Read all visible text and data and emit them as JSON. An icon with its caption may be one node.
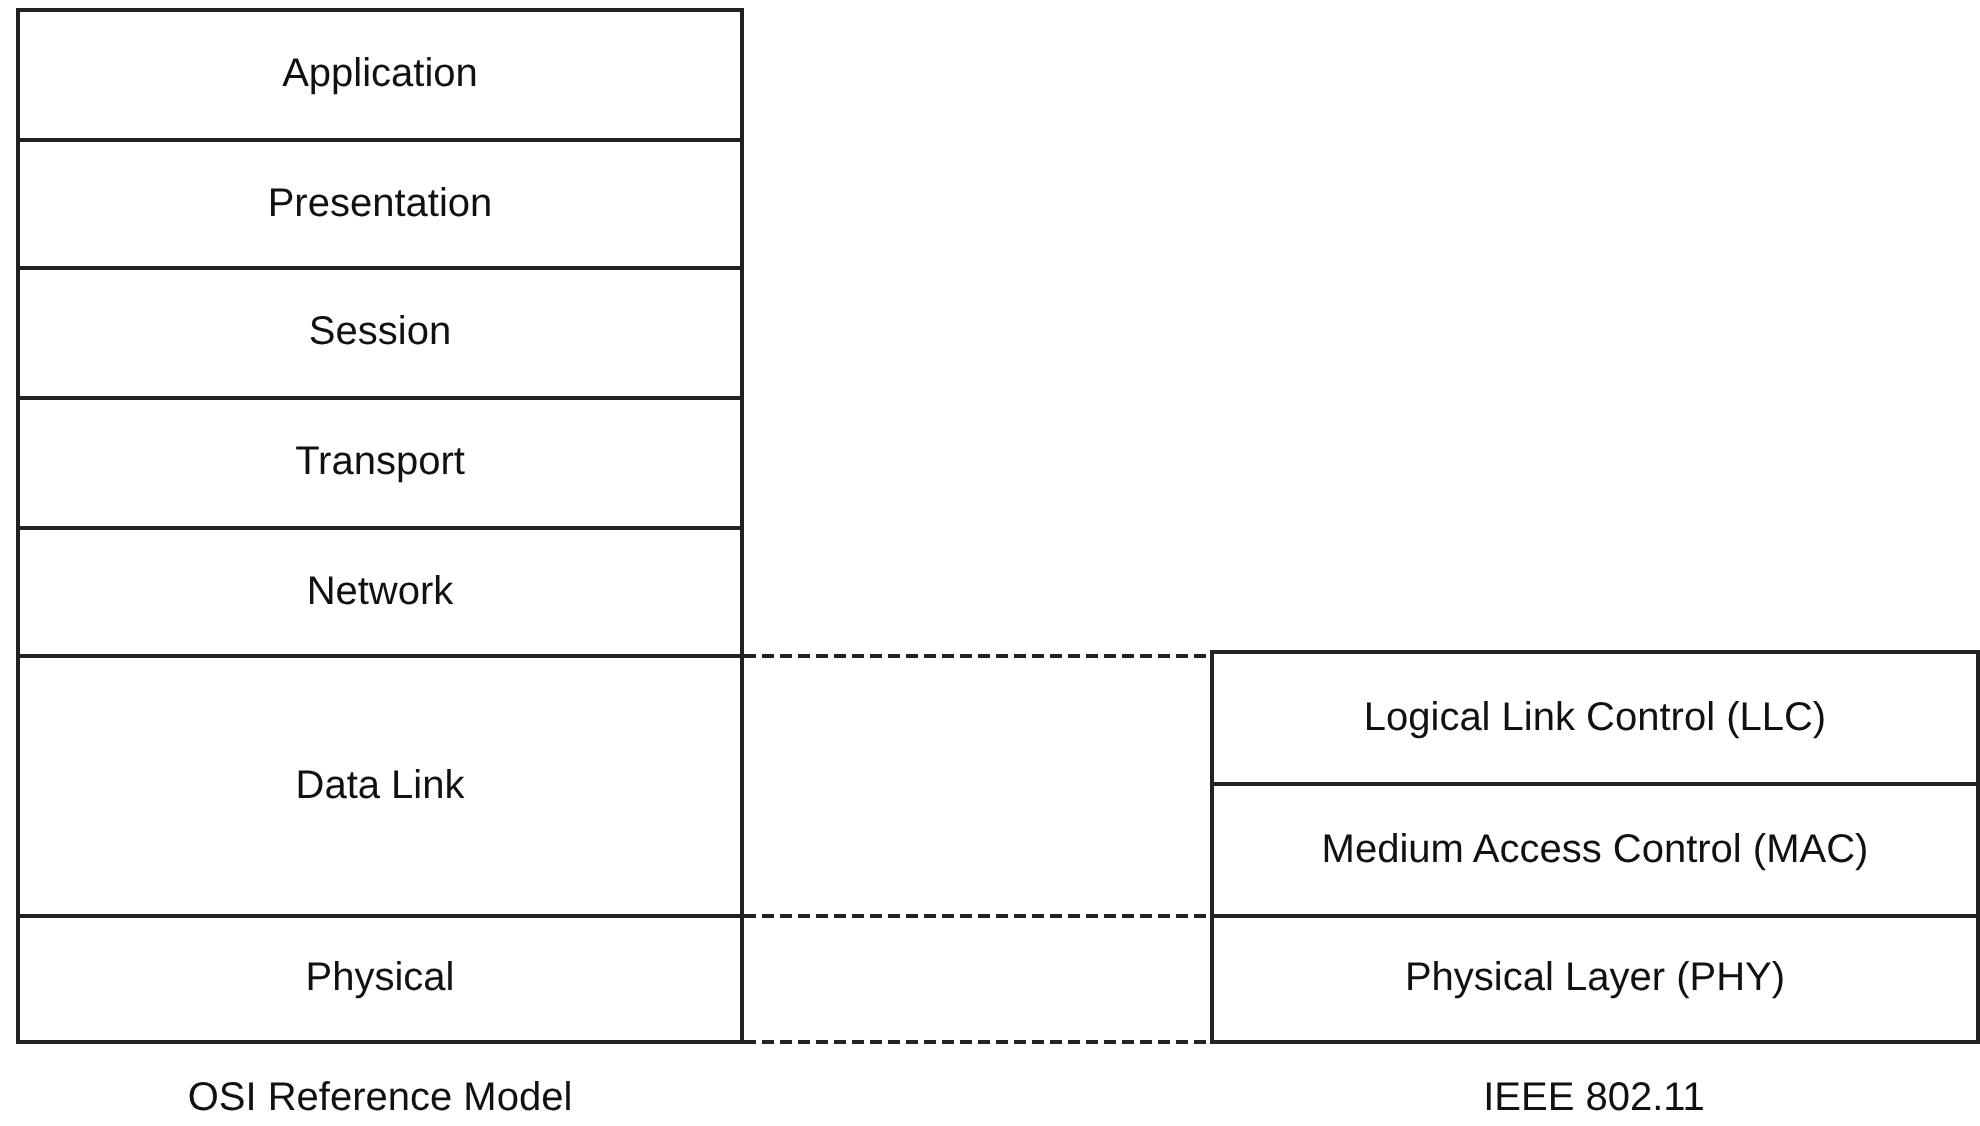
{
  "diagram": {
    "nodes": [
      {
        "text": [
          "Application"
        ]
      },
      {
        "text": [
          "Presentation"
        ]
      },
      {
        "text": [
          "Session"
        ]
      },
      {
        "text": [
          "Transport"
        ]
      },
      {
        "text": [
          "Network"
        ]
      },
      {
        "text": [
          "Data Link"
        ]
      },
      {
        "text": [
          "Physical"
        ]
      },
      {
        "text": [
          "Logical Link Control (LLC)"
        ]
      },
      {
        "text": [
          "Medium Access Control (MAC)"
        ]
      },
      {
        "text": [
          "Physical Layer (PHY)"
        ]
      }
    ],
    "edges": [
      {
        "from": 5,
        "to": 7,
        "arrow": "none",
        "style": "dashed"
      },
      {
        "from": 5,
        "to": 8,
        "arrow": "none",
        "style": "dashed"
      },
      {
        "from": 6,
        "to": 9,
        "arrow": "none",
        "style": "dashed"
      }
    ],
    "labels": [
      "OSI Reference Model",
      "IEEE 802.11"
    ]
  }
}
